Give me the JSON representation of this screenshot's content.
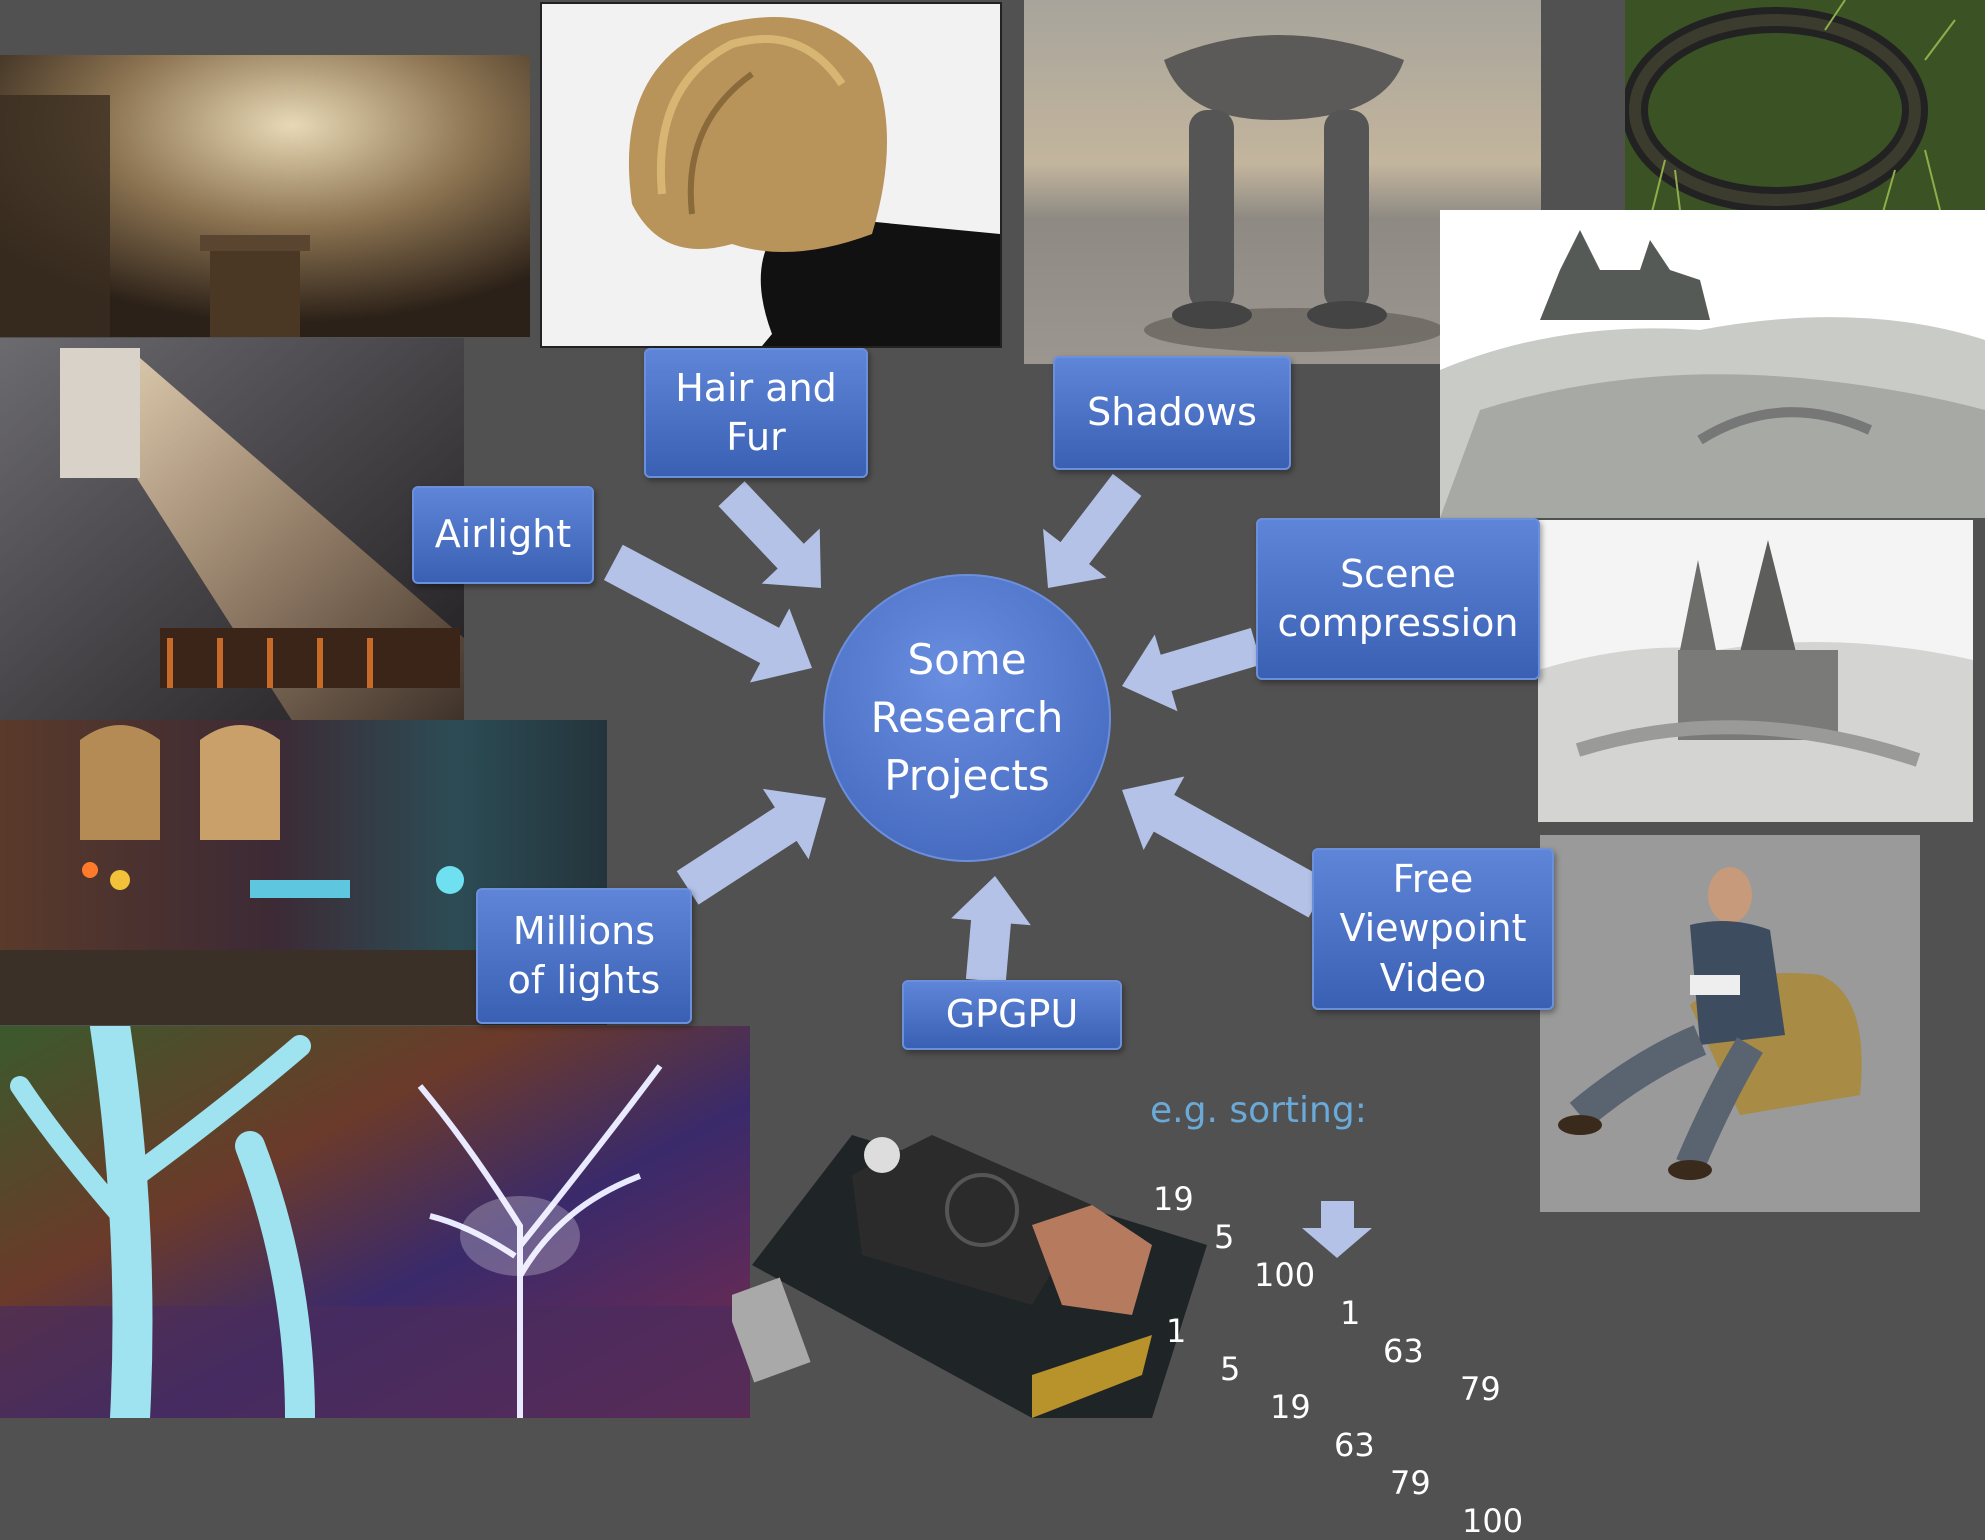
{
  "diagram": {
    "center": {
      "line1": "Some",
      "line2": "Research",
      "line3": "Projects"
    },
    "nodes": {
      "hair": {
        "line1": "Hair and",
        "line2": "Fur"
      },
      "shadows": {
        "label": "Shadows"
      },
      "airlight": {
        "label": "Airlight"
      },
      "scene": {
        "line1": "Scene",
        "line2": "compression"
      },
      "lights": {
        "line1": "Millions",
        "line2": "of lights"
      },
      "gpgpu": {
        "label": "GPGPU"
      },
      "video": {
        "line1": "Free",
        "line2": "Viewpoint",
        "line3": "Video"
      }
    }
  },
  "sorting": {
    "heading": "e.g. sorting:",
    "before": [
      "19",
      "5",
      "100",
      "1",
      "63",
      "79"
    ],
    "after": [
      "1",
      "5",
      "19",
      "63",
      "79",
      "100"
    ]
  },
  "colors": {
    "background": "#515151",
    "box": "#4a70c6",
    "arrow": "#b3c2e6",
    "sorting_heading": "#6aa9d8"
  }
}
